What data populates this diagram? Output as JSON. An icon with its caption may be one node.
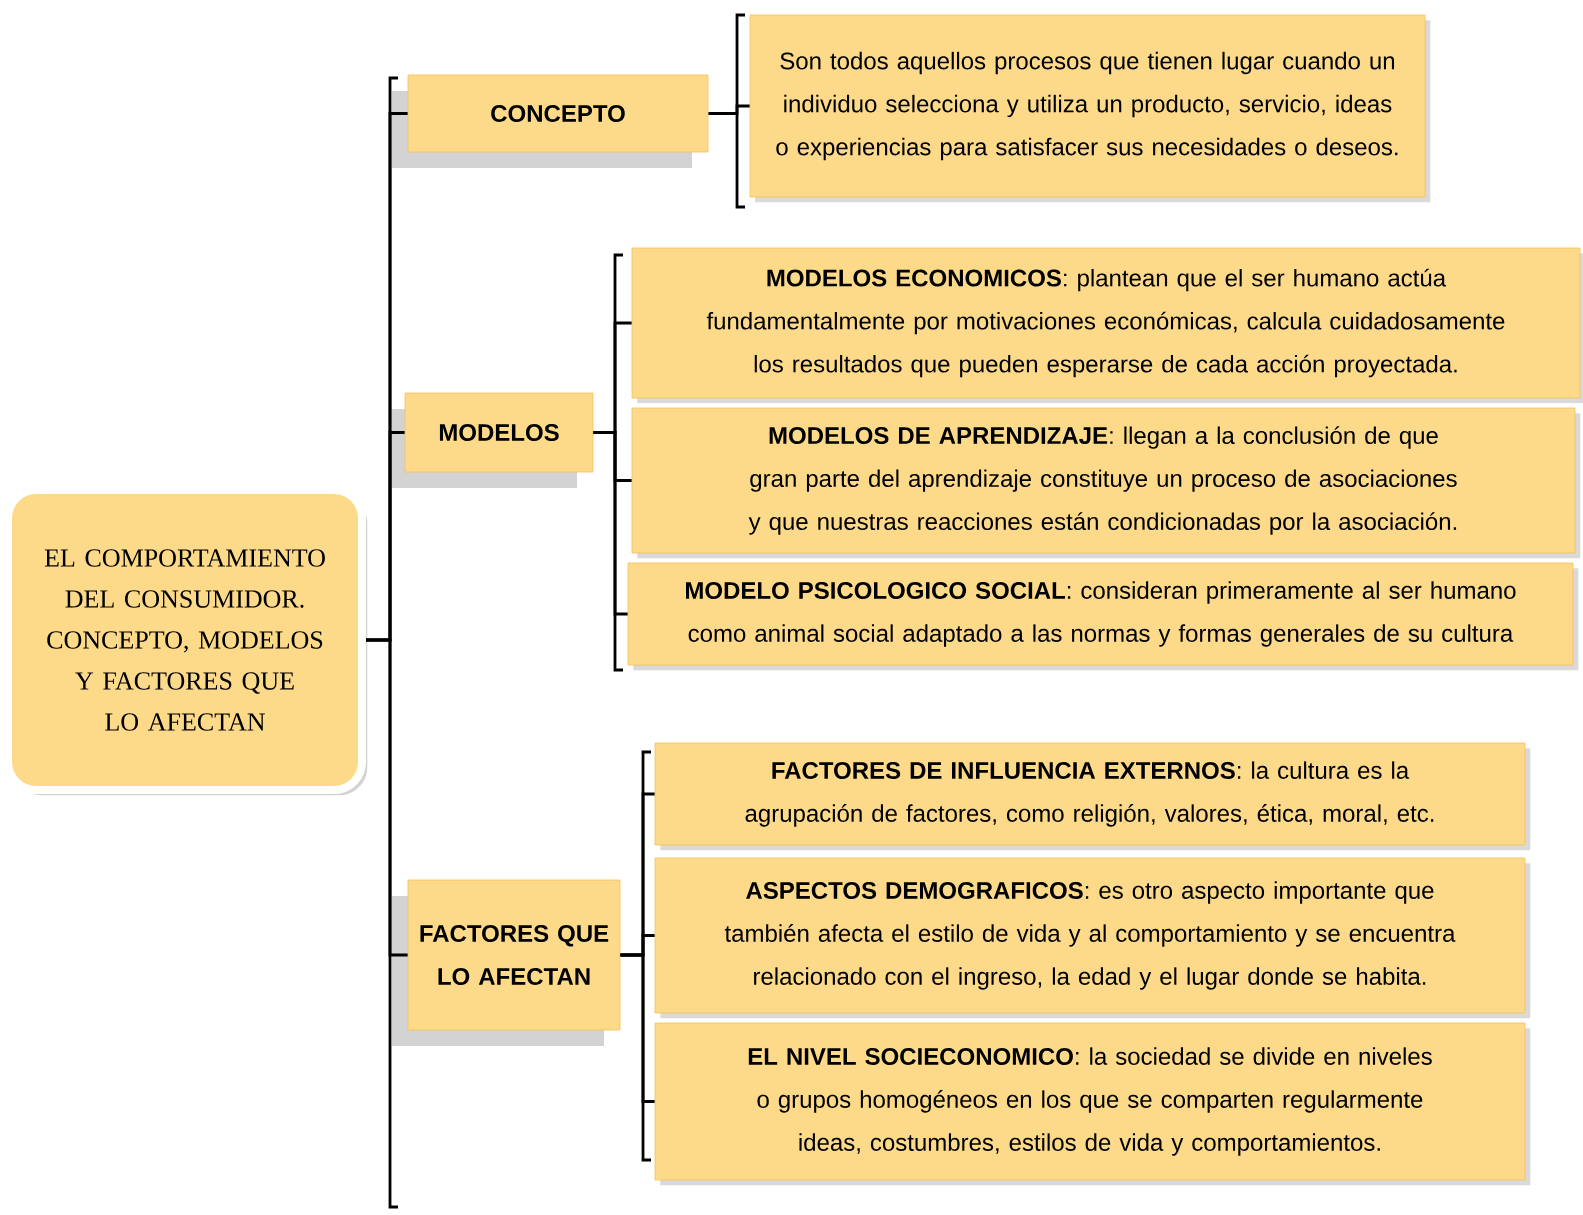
{
  "diagram": {
    "nodes": [
      {
        "text": [
          "EL COMPORTAMIENTO DEL CONSUMIDOR. CONCEPTO, MODELOS Y FACTORES QUE LO AFECTAN"
        ]
      },
      {
        "text": [
          "CONCEPTO"
        ]
      },
      {
        "text": [
          "Son todos aquellos procesos que tienen lugar cuando un individuo selecciona y utiliza un producto, servicio, ideas o experiencias para satisfacer sus necesidades o deseos."
        ]
      },
      {
        "text": [
          "MODELOS"
        ]
      },
      {
        "text": [
          "**MODELOS ECONOMICOS**: plantean que el ser humano actúa fundamentalmente por motivaciones económicas, calcula cuidadosamente los resultados que pueden esperarse de cada acción proyectada."
        ]
      },
      {
        "text": [
          "**MODELOS DE APRENDIZAJE**: llegan a la conclusión de que gran parte del aprendizaje constituye un proceso de asociaciones y que nuestras reacciones están condicionadas por la asociación."
        ]
      },
      {
        "text": [
          "**MODELO PSICOLOGICO SOCIAL**: consideran primeramente al ser humano como animal social adaptado a las normas y formas generales de su cultura"
        ]
      },
      {
        "text": [
          "FACTORES QUE LO AFECTAN"
        ]
      },
      {
        "text": [
          "**FACTORES DE INFLUENCIA EXTERNOS**: la cultura es la agrupación de factores, como religión, valores, ética, moral, etc."
        ]
      },
      {
        "text": [
          "**ASPECTOS DEMOGRAFICOS**: es otro aspecto importante que también afecta el estilo de vida y al comportamiento y se encuentra relacionado con el ingreso, la edad y el lugar donde se habita."
        ]
      },
      {
        "text": [
          "**EL NIVEL SOCIECONOMICO**: la sociedad se divide en niveles o grupos homogéneos en los que se comparten regularmente ideas, costumbres, estilos de vida y comportamientos."
        ]
      }
    ],
    "edges": [
      {
        "from": 0,
        "to": 1,
        "arrow": "none"
      },
      {
        "from": 0,
        "to": 3,
        "arrow": "none"
      },
      {
        "from": 0,
        "to": 7,
        "arrow": "none"
      },
      {
        "from": 1,
        "to": 2,
        "arrow": "none"
      },
      {
        "from": 3,
        "to": 4,
        "arrow": "none"
      },
      {
        "from": 3,
        "to": 5,
        "arrow": "none"
      },
      {
        "from": 3,
        "to": 6,
        "arrow": "none"
      },
      {
        "from": 7,
        "to": 8,
        "arrow": "none"
      },
      {
        "from": 7,
        "to": 9,
        "arrow": "none"
      },
      {
        "from": 7,
        "to": 10,
        "arrow": "none"
      }
    ]
  }
}
